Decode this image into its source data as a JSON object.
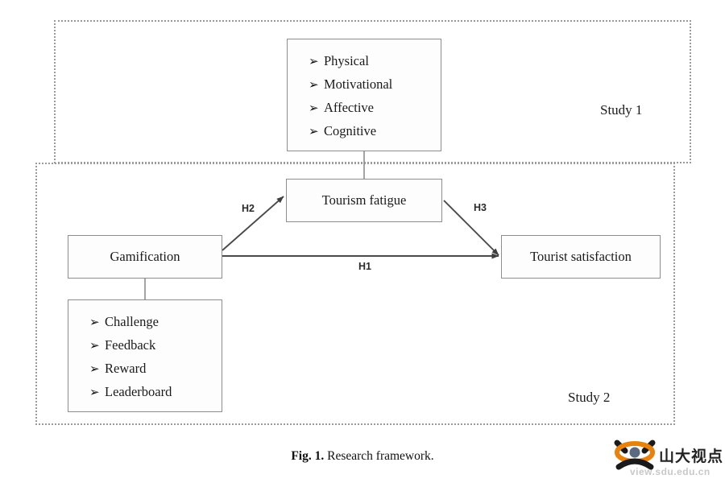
{
  "figure": {
    "caption_prefix": "Fig. 1.",
    "caption_text": "Research framework."
  },
  "regions": [
    {
      "id": "study1",
      "label": "Study 1"
    },
    {
      "id": "study2",
      "label": "Study 2"
    }
  ],
  "constructs": {
    "fatigue": "Tourism fatigue",
    "gamification": "Gamification",
    "satisfaction": "Tourist satisfaction"
  },
  "dimension_boxes": {
    "tourism_fatigue_dimensions": {
      "bullet": "➢",
      "items": [
        "Physical",
        "Motivational",
        "Affective",
        "Cognitive"
      ]
    },
    "gamification_dimensions": {
      "bullet": "➢",
      "items": [
        "Challenge",
        "Feedback",
        "Reward",
        "Leaderboard"
      ]
    }
  },
  "hypotheses": [
    {
      "id": "H1",
      "label": "H1",
      "from": "Gamification",
      "to": "Tourist satisfaction"
    },
    {
      "id": "H2",
      "label": "H2",
      "from": "Gamification",
      "to": "Tourism fatigue"
    },
    {
      "id": "H3",
      "label": "H3",
      "from": "Tourism fatigue",
      "to": "Tourist satisfaction"
    }
  ],
  "watermark": {
    "cn_text": "山大视点",
    "url": "view.sdu.edu.cn",
    "accent_color": "#E8820C",
    "dark_color": "#1a1a1a"
  },
  "colors": {
    "box_border": "#8d8d8d",
    "dashed_border": "#9a9a9a",
    "arrow": "#4a4a4a",
    "text": "#1a1a1a"
  }
}
